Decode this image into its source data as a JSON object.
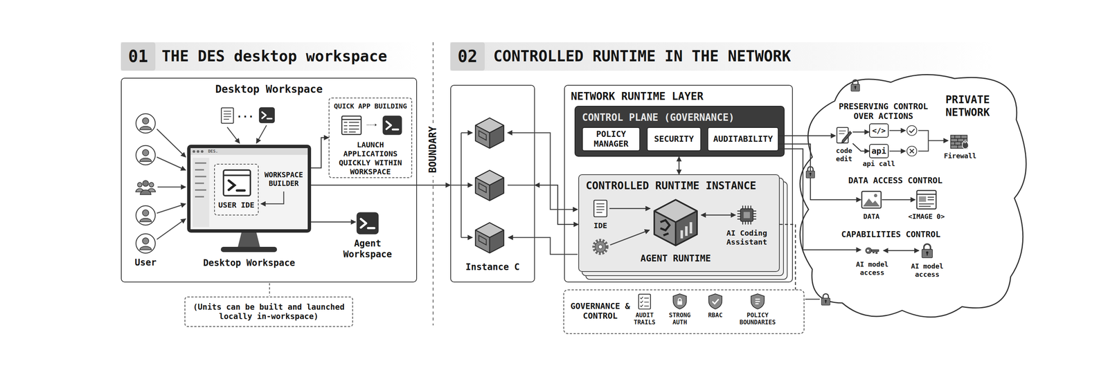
{
  "diagram": {
    "nodes": [
      {
        "text": [
          "01"
        ]
      },
      {
        "text": [
          "02"
        ]
      },
      {
        "text": [
          "Desktop Workspace"
        ]
      },
      {
        "text": [
          "Desktop Workspace"
        ],
        "in": 2
      },
      {
        "text": [
          "USER IDE"
        ],
        "in": 3
      },
      {
        "text": [
          "QUICK APP BUILDING",
          "LAUNCH APPLICATIONS QUICKLY WITHIN WORKSPACE"
        ],
        "in": 2
      },
      {
        "text": [
          "Agent Workspace"
        ],
        "in": 2
      },
      {
        "text": [
          "(Units can be built and launched locally in-workspace)"
        ]
      },
      {
        "text": [
          "Instance C"
        ]
      },
      {
        "text": [
          "NETWORK RUNTIME LAYER"
        ]
      },
      {
        "text": [
          "CONTROL PLANE (GOVERNANCE)"
        ],
        "in": 9
      },
      {
        "text": [
          "POLICY MANAGER"
        ],
        "in": 10
      },
      {
        "text": [
          "SECURITY"
        ],
        "in": 10
      },
      {
        "text": [
          "AUDITABILITY"
        ],
        "in": 10
      },
      {
        "text": [
          "CONTROLLED RUNTIME INSTANCE"
        ],
        "in": 9
      },
      {
        "text": [
          "IDE"
        ],
        "in": 14
      },
      {
        "text": [
          "AGENT RUNTIME"
        ],
        "in": 14
      },
      {
        "text": [
          "AI Coding Assistant"
        ],
        "in": 14
      },
      {
        "text": [
          "GOVERNANCE & CONTROL"
        ]
      },
      {
        "text": [
          "AUDIT TRAILS"
        ],
        "in": 18
      },
      {
        "text": [
          "STRONG AUTH"
        ],
        "in": 18
      },
      {
        "text": [
          "RBAC"
        ],
        "in": 18
      },
      {
        "text": [
          "POLICY BOUNDARIES"
        ],
        "in": 18
      },
      {
        "text": [
          "PRIVATE NETWORK"
        ]
      },
      {
        "text": [
          "code edit"
        ],
        "in": 23
      },
      {
        "text": [
          "</>"
        ],
        "in": 23
      },
      {
        "text": [
          "api",
          "api call"
        ],
        "in": 23
      },
      {
        "text": [
          "Firewall"
        ],
        "in": 23
      },
      {
        "text": [
          "DATA"
        ],
        "in": 23
      },
      {
        "text": [
          "<IMAGE 0>"
        ],
        "in": 23
      },
      {
        "text": [
          "AI model access"
        ],
        "in": 23
      },
      {
        "text": [
          "AI model access"
        ],
        "in": 23
      }
    ],
    "edges": [
      {
        "from": 3,
        "to": 5,
        "arrow": "to"
      },
      {
        "from": 3,
        "to": 6,
        "arrow": "to"
      },
      {
        "from": 3,
        "to": 8,
        "arrow": "to"
      },
      {
        "from": 8,
        "to": 14,
        "arrow": "both"
      },
      {
        "from": 10,
        "to": 14,
        "arrow": "both"
      },
      {
        "from": 15,
        "to": 16,
        "arrow": "to"
      },
      {
        "from": 16,
        "to": 17,
        "arrow": "both"
      },
      {
        "from": 14,
        "to": 18,
        "arrow": "none"
      },
      {
        "from": 13,
        "to": 24,
        "arrow": "to"
      },
      {
        "from": 13,
        "to": 28,
        "arrow": "to"
      },
      {
        "from": 13,
        "to": 30,
        "arrow": "to"
      },
      {
        "from": 24,
        "to": 25,
        "arrow": "to"
      },
      {
        "from": 24,
        "to": 26,
        "arrow": "to"
      },
      {
        "from": 28,
        "to": 29,
        "arrow": "to"
      },
      {
        "from": 30,
        "to": 31,
        "arrow": "both"
      }
    ],
    "labels": [
      "THE DES desktop workspace",
      "CONTROLLED RUNTIME IN THE NETWORK",
      "BOUNDARY",
      "User",
      "...",
      "DES.",
      "WORKSPACE BUILDER",
      "PRESERVING CONTROL OVER ACTIONS",
      "DATA ACCESS CONTROL",
      "CAPABILITIES CONTROL"
    ]
  }
}
